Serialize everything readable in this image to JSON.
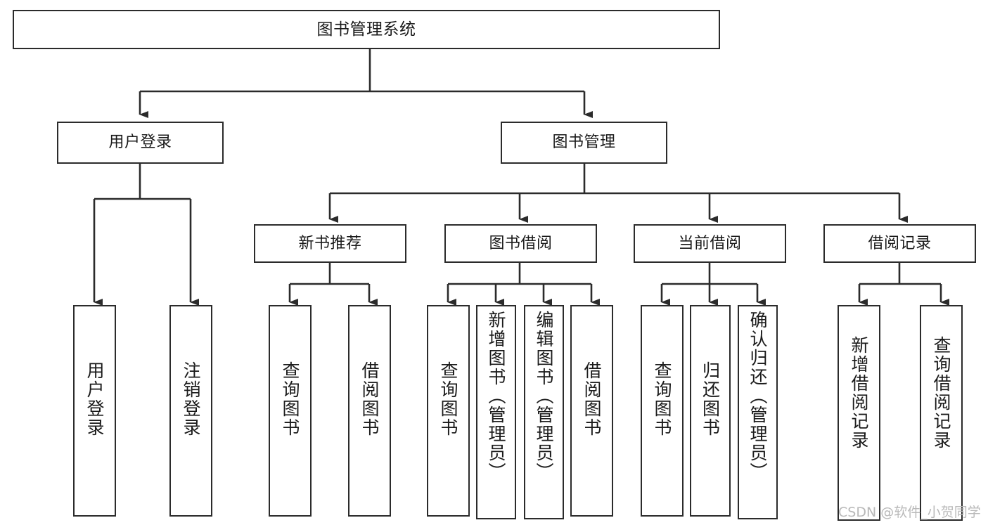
{
  "diagram": {
    "title": "图书管理系统",
    "type": "tree-hierarchy-chart",
    "stroke_color": "#2b2b2b",
    "fill_color": "#ffffff",
    "background_color": "#ffffff"
  },
  "nodes": {
    "root": {
      "label": "图书管理系统"
    },
    "level1": [
      {
        "id": "user-login",
        "label": "用户登录"
      },
      {
        "id": "book-management",
        "label": "图书管理"
      }
    ],
    "level2": [
      {
        "id": "new-book-recommend",
        "label": "新书推荐"
      },
      {
        "id": "book-borrow",
        "label": "图书借阅"
      },
      {
        "id": "current-borrow",
        "label": "当前借阅"
      },
      {
        "id": "borrow-record",
        "label": "借阅记录"
      }
    ],
    "leaves": [
      {
        "id": "leaf-user-login",
        "label": "用户登录"
      },
      {
        "id": "leaf-logout",
        "label": "注销登录"
      },
      {
        "id": "leaf-query-book-1",
        "label": "查询图书"
      },
      {
        "id": "leaf-borrow-book-1",
        "label": "借阅图书"
      },
      {
        "id": "leaf-query-book-2",
        "label": "查询图书"
      },
      {
        "id": "leaf-add-book",
        "label": "新增图书（管理员）"
      },
      {
        "id": "leaf-edit-book",
        "label": "编辑图书（管理员）"
      },
      {
        "id": "leaf-borrow-book-2",
        "label": "借阅图书"
      },
      {
        "id": "leaf-query-book-3",
        "label": "查询图书"
      },
      {
        "id": "leaf-return-book",
        "label": "归还图书"
      },
      {
        "id": "leaf-confirm-return",
        "label": "确认归还（管理员）"
      },
      {
        "id": "leaf-add-record",
        "label": "新增借阅记录"
      },
      {
        "id": "leaf-query-record",
        "label": "查询借阅记录"
      }
    ]
  },
  "watermark": {
    "text": "CSDN @软件_小贺同学",
    "color": "#b9b9b9"
  }
}
